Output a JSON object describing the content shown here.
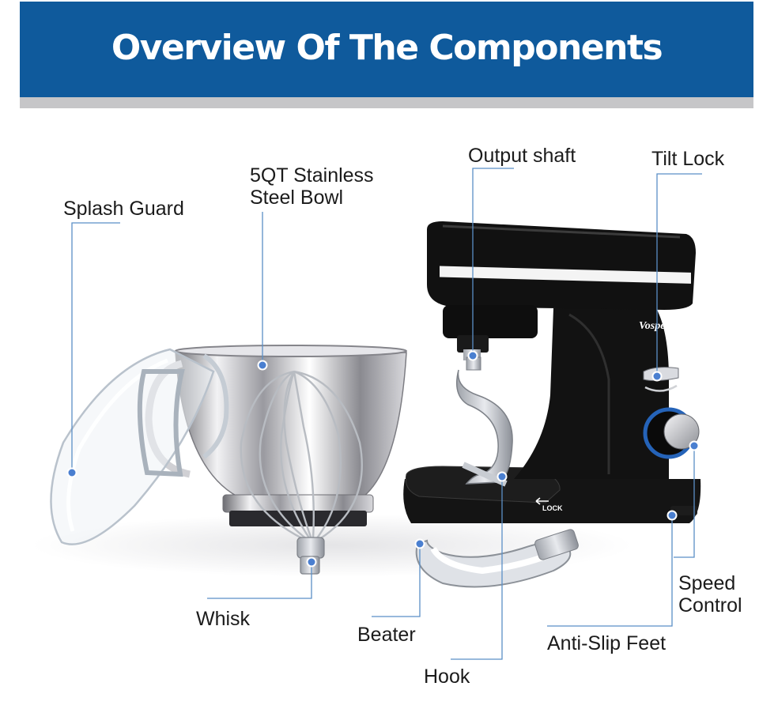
{
  "header": {
    "title": "Overview Of The Components"
  },
  "brand": {
    "logo_text": "Vospeed",
    "lock_text": "LOCK"
  },
  "labels": {
    "splash_guard": "Splash Guard",
    "bowl": "5QT Stainless\nSteel Bowl",
    "output_shaft": "Output shaft",
    "tilt_lock": "Tilt Lock",
    "whisk": "Whisk",
    "beater": "Beater",
    "hook": "Hook",
    "anti_slip_feet": "Anti-Slip Feet",
    "speed_control": "Speed\nControl"
  },
  "colors": {
    "banner": "#0f5a9c",
    "banner_shadow": "#c6c6c8",
    "leader_line": "#5b8fc7",
    "mixer_body": "#111111",
    "accent_dot": "#4a7fd0"
  }
}
